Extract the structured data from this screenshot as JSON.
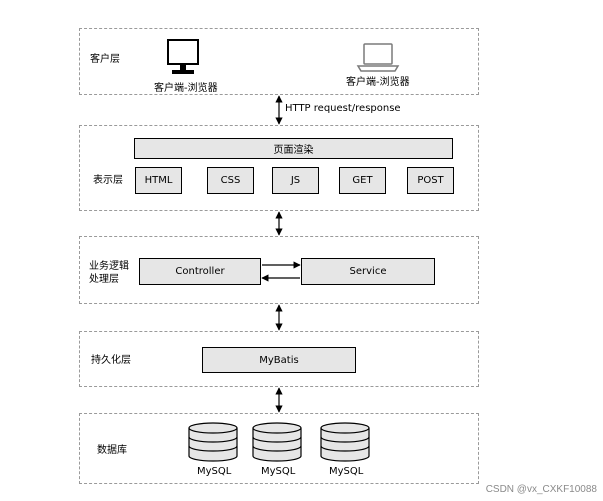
{
  "client_layer": {
    "label": "客户层",
    "desktop_caption": "客户端-浏览器",
    "laptop_caption": "客户端-浏览器"
  },
  "http_label": "HTTP request/response",
  "presentation_layer": {
    "label": "表示层",
    "render_label": "页面渲染",
    "items": [
      "HTML",
      "CSS",
      "JS",
      "GET",
      "POST"
    ]
  },
  "business_layer": {
    "label_line1": "业务逻辑",
    "label_line2": "处理层",
    "controller_label": "Controller",
    "service_label": "Service"
  },
  "persistence_layer": {
    "label": "持久化层",
    "mybatis_label": "MyBatis"
  },
  "database_layer": {
    "label": "数据库",
    "db_labels": [
      "MySQL",
      "MySQL",
      "MySQL"
    ]
  },
  "watermark": "CSDN @vx_CXKF10088"
}
